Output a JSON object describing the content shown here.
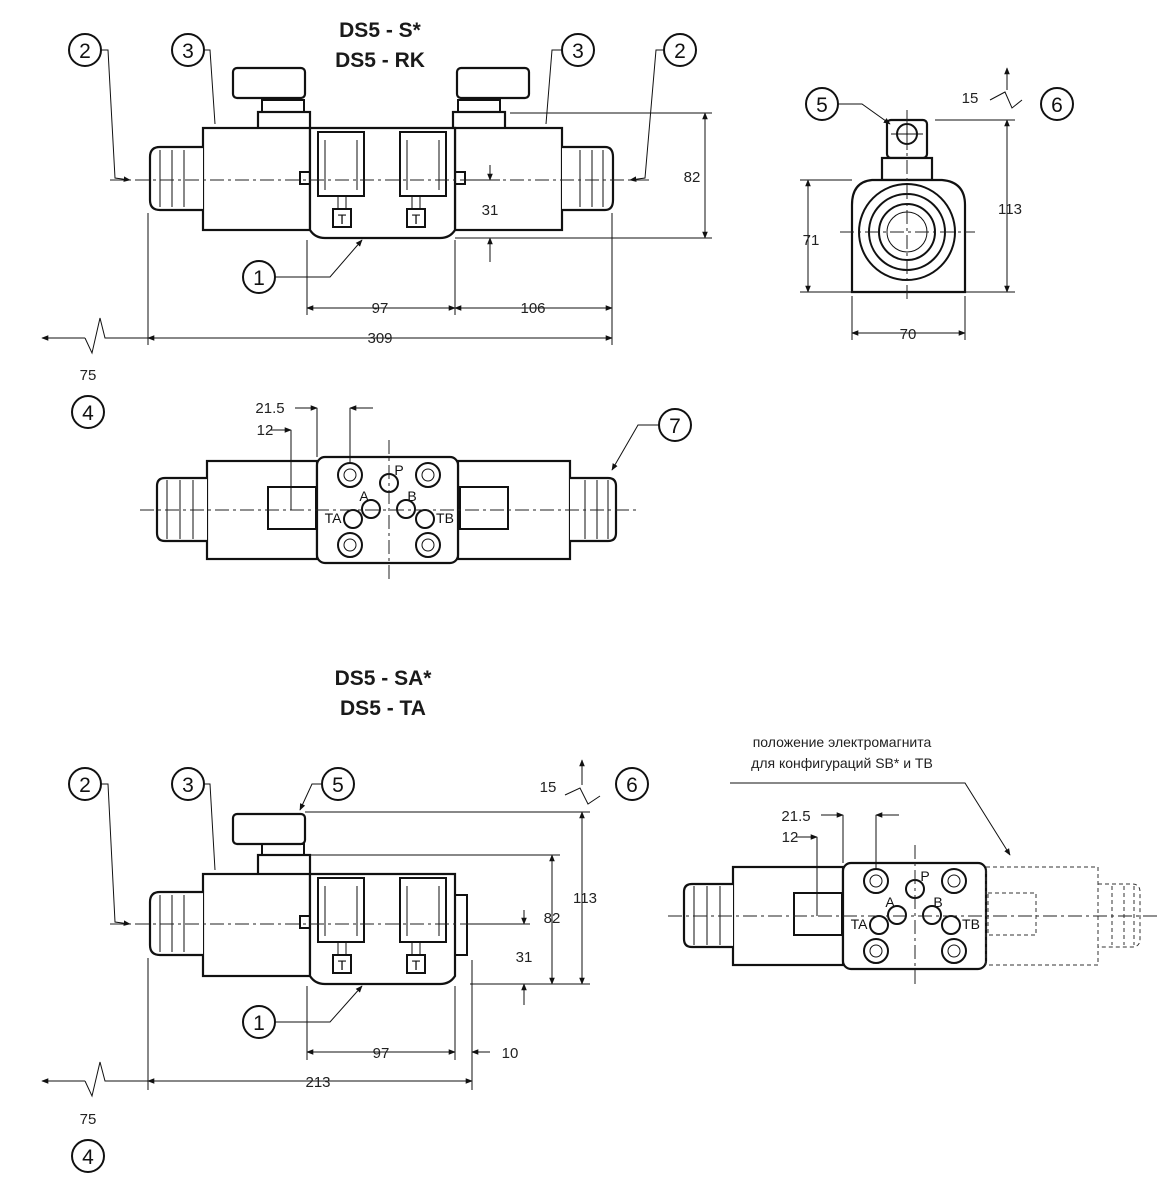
{
  "top_drawing": {
    "title_line1": "DS5 - S*",
    "title_line2": "DS5 - RK",
    "dims": {
      "d82": "82",
      "d31": "31",
      "d97": "97",
      "d106": "106",
      "d309": "309",
      "d75": "75",
      "d113": "113",
      "d71": "71",
      "d70": "70",
      "d15": "15",
      "d21_5": "21.5",
      "d12": "12"
    },
    "callouts": {
      "c1": "1",
      "c2": "2",
      "c3": "3",
      "c4": "4",
      "c5": "5",
      "c6": "6",
      "c7": "7"
    },
    "ports": {
      "p": "P",
      "a": "A",
      "b": "B",
      "ta": "TA",
      "tb": "TB",
      "t": "T"
    }
  },
  "bottom_drawing": {
    "title_line1": "DS5 - SA*",
    "title_line2": "DS5 - TA",
    "dims": {
      "d82": "82",
      "d113": "113",
      "d31": "31",
      "d97": "97",
      "d10": "10",
      "d213": "213",
      "d75": "75",
      "d15": "15",
      "d21_5": "21.5",
      "d12": "12"
    },
    "callouts": {
      "c1": "1",
      "c2": "2",
      "c3": "3",
      "c4": "4",
      "c5": "5",
      "c6": "6"
    },
    "ports": {
      "p": "P",
      "a": "A",
      "b": "B",
      "ta": "TA",
      "tb": "TB",
      "t": "T"
    },
    "note_line1": "положение электромагнита",
    "note_line2": "для конфигураций SB* и TB"
  }
}
